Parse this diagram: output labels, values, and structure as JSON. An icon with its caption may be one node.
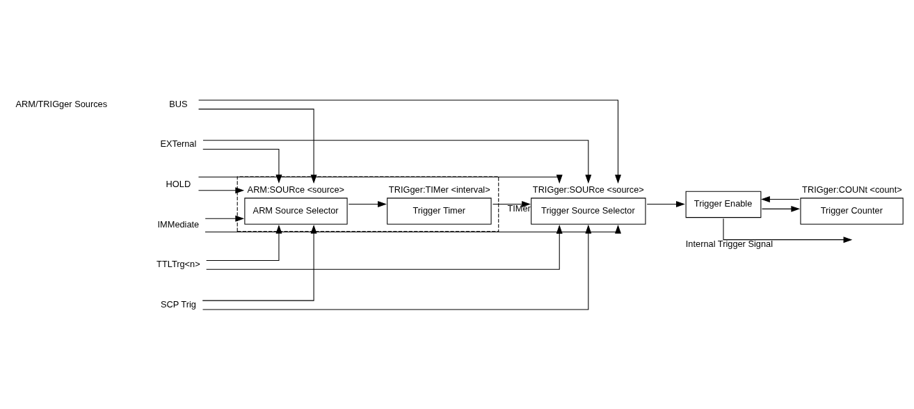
{
  "diagram": {
    "nodes": [
      {
        "text": [],
        "shape": "box"
      },
      {
        "text": [
          "ARM Source Selector"
        ],
        "in": 0,
        "beside": [
          "ARM:SOURce <source>"
        ]
      },
      {
        "text": [
          "Trigger Timer"
        ],
        "in": 0,
        "beside": [
          "TRIGger:TIMer <interval>"
        ]
      },
      {
        "text": [
          "BUS"
        ]
      },
      {
        "text": [
          "EXTernal"
        ]
      },
      {
        "text": [
          "HOLD"
        ]
      },
      {
        "text": [
          "IMMediate"
        ]
      },
      {
        "text": [
          "TTLTrg<n>"
        ]
      },
      {
        "text": [
          "SCP Trig"
        ]
      },
      {
        "text": [
          "Trigger Source Selector"
        ],
        "beside": [
          "TRIGger:SOURce <source>"
        ]
      },
      {
        "text": [
          "Trigger Enable"
        ]
      },
      {
        "text": [
          "Trigger Counter"
        ],
        "beside": [
          "TRIGger:COUNt <count>"
        ]
      }
    ],
    "edges": [
      {
        "from": 3,
        "to": 9,
        "arrow": "to"
      },
      {
        "from": 3,
        "to": 1,
        "arrow": "to"
      },
      {
        "from": 4,
        "to": 9,
        "arrow": "to"
      },
      {
        "from": 4,
        "to": 1,
        "arrow": "to"
      },
      {
        "from": 5,
        "to": 9,
        "arrow": "to"
      },
      {
        "from": 5,
        "to": 1,
        "arrow": "to"
      },
      {
        "from": 6,
        "to": 9,
        "arrow": "to"
      },
      {
        "from": 6,
        "to": 1,
        "arrow": "to"
      },
      {
        "from": 7,
        "to": 9,
        "arrow": "to"
      },
      {
        "from": 7,
        "to": 1,
        "arrow": "to"
      },
      {
        "from": 8,
        "to": 9,
        "arrow": "to"
      },
      {
        "from": 8,
        "to": 1,
        "arrow": "to"
      },
      {
        "from": 1,
        "to": 2,
        "arrow": "to"
      },
      {
        "from": 2,
        "to": 9,
        "arrow": "to",
        "label": "TIMer"
      },
      {
        "from": 9,
        "to": 10,
        "arrow": "to"
      },
      {
        "from": 10,
        "to": null,
        "arrow": "to",
        "label": "Internal Trigger Signal"
      },
      {
        "from": 10,
        "to": 11,
        "arrow": "to"
      },
      {
        "from": 11,
        "to": 10,
        "arrow": "to"
      }
    ],
    "labels": [
      "ARM/TRIGger Sources"
    ]
  }
}
